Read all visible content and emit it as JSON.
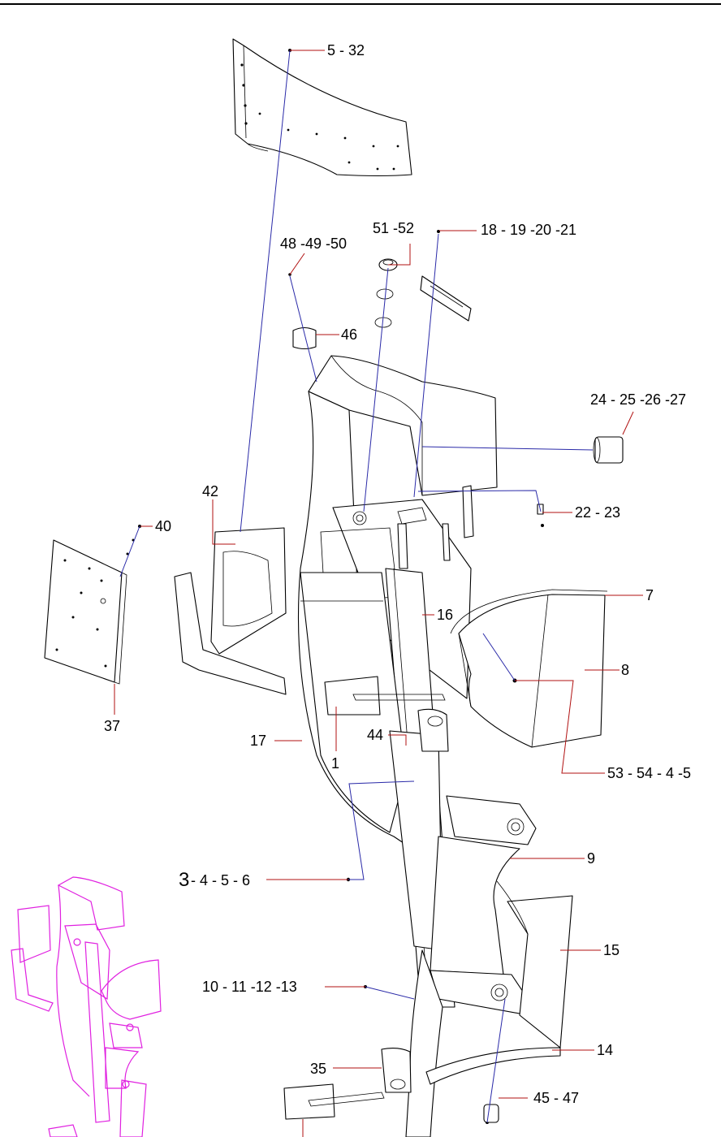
{
  "callouts": [
    {
      "id": "c-5-32",
      "text": "5 - 32"
    },
    {
      "id": "c-51-52",
      "text": "51 -52"
    },
    {
      "id": "c-18-21",
      "text": "18 - 19 -20 -21"
    },
    {
      "id": "c-48-50",
      "text": "48 -49 -50"
    },
    {
      "id": "c-46",
      "text": "46"
    },
    {
      "id": "c-24-27",
      "text": "24 - 25 -26 -27"
    },
    {
      "id": "c-42",
      "text": "42"
    },
    {
      "id": "c-40",
      "text": "40"
    },
    {
      "id": "c-22-23",
      "text": "22 - 23"
    },
    {
      "id": "c-7",
      "text": "7"
    },
    {
      "id": "c-16",
      "text": "16"
    },
    {
      "id": "c-8",
      "text": "8"
    },
    {
      "id": "c-37",
      "text": "37"
    },
    {
      "id": "c-44",
      "text": "44"
    },
    {
      "id": "c-17",
      "text": "17"
    },
    {
      "id": "c-1",
      "text": "1"
    },
    {
      "id": "c-53-5",
      "text": "53 - 54 - 4 -5"
    },
    {
      "id": "c-9",
      "text": "9"
    },
    {
      "id": "c-3-6-a",
      "text": "3"
    },
    {
      "id": "c-3-6-b",
      "text": "- 4 - 5 - 6"
    },
    {
      "id": "c-15",
      "text": "15"
    },
    {
      "id": "c-10-13",
      "text": "10 - 11 -12 -13"
    },
    {
      "id": "c-14",
      "text": "14"
    },
    {
      "id": "c-35",
      "text": "35"
    },
    {
      "id": "c-45-47",
      "text": "45 - 47"
    }
  ],
  "colors": {
    "leader": "#b01010",
    "axis": "#2a2aa8",
    "thumbnail": "#e020e0"
  }
}
